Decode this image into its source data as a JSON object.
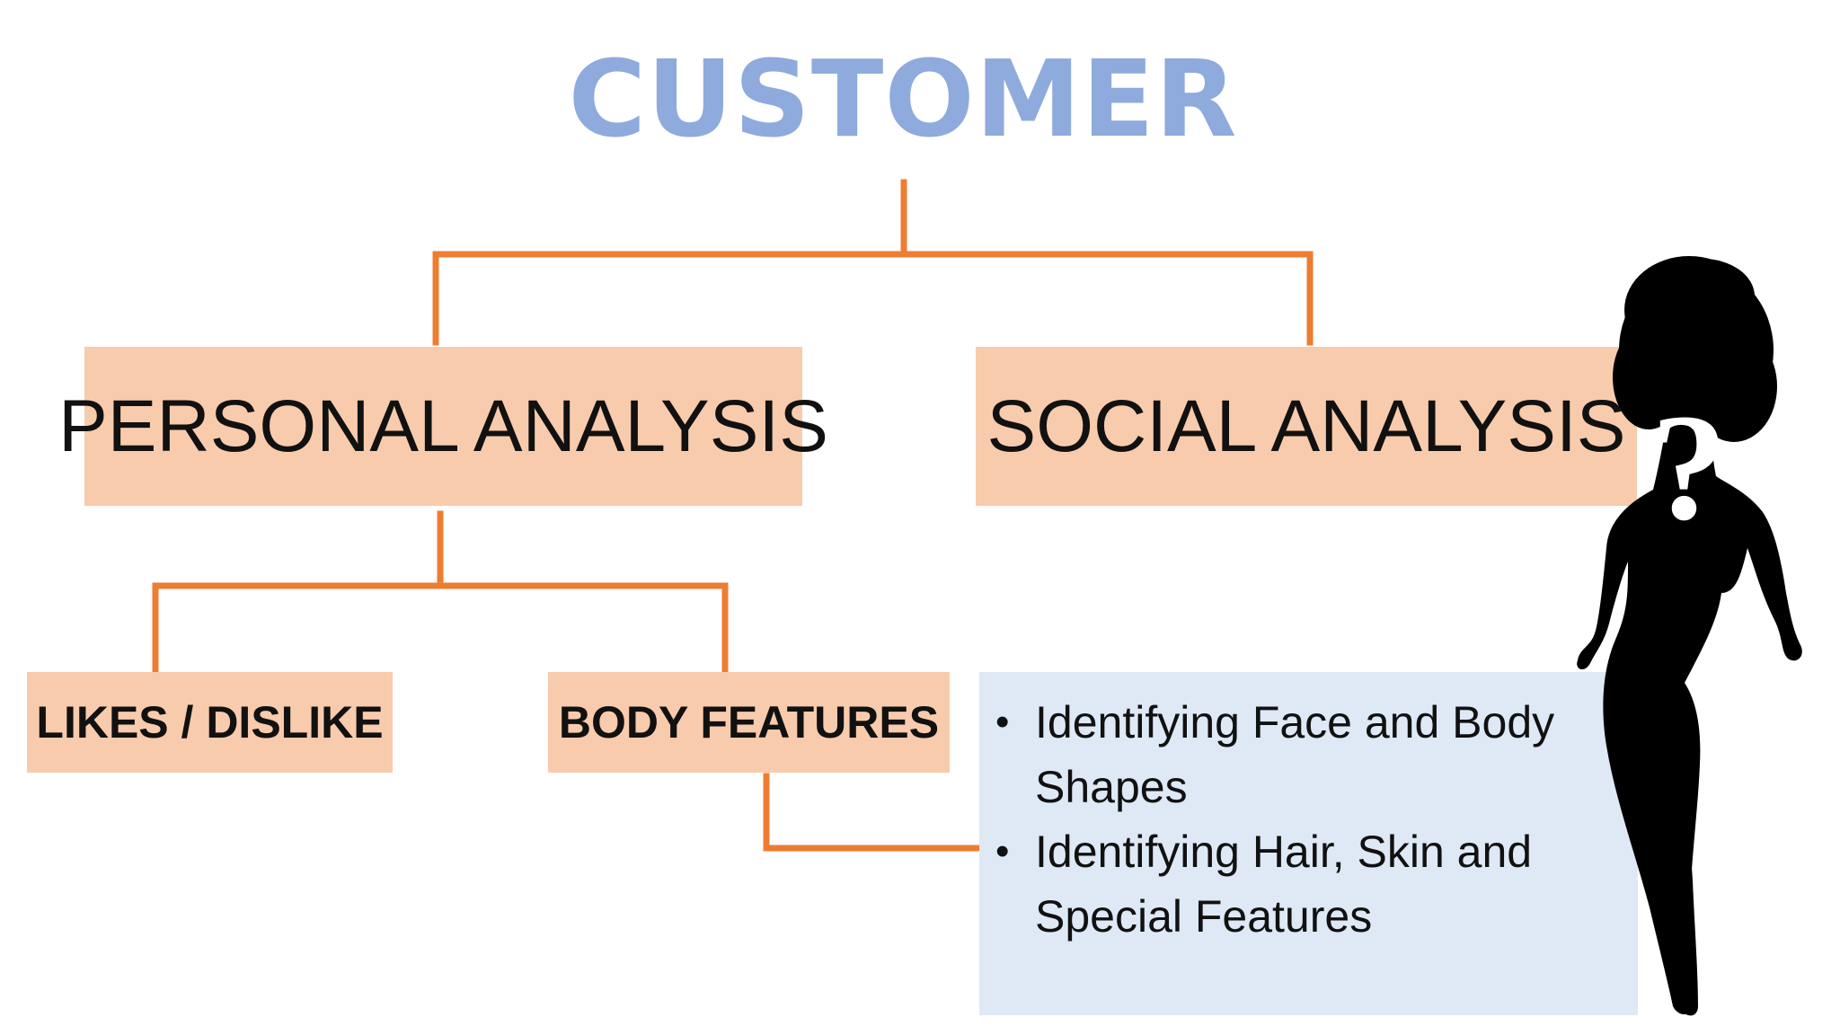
{
  "title": "CUSTOMER",
  "personal_analysis": "PERSONAL ANALYSIS",
  "social_analysis": "SOCIAL ANALYSIS",
  "likes_dislike": "LIKES / DISLIKE",
  "body_features": "BODY FEATURES",
  "features_list": [
    {
      "bullet": "•",
      "text": "Identifying Face and Body Shapes"
    },
    {
      "bullet": "•",
      "text": "Identifying Hair, Skin and Special Features"
    }
  ],
  "silhouette_mark": "?",
  "colors": {
    "title": "#8faadc",
    "box_fill": "#f8cbad",
    "connector": "#ed7d31",
    "features_fill": "#dee9f5",
    "silhouette": "#000000"
  },
  "icons": {
    "figure": "woman-silhouette-icon"
  }
}
